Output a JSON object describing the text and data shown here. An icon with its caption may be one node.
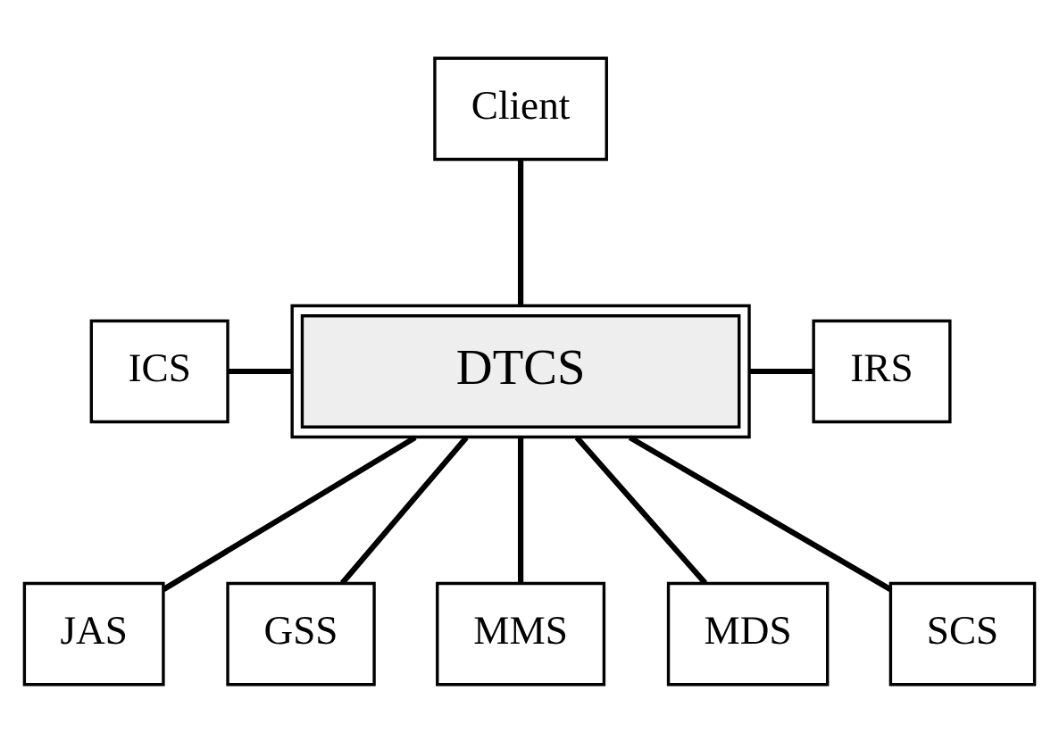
{
  "diagram": {
    "nodes": [
      {
        "text": [
          "Client"
        ]
      },
      {
        "text": [
          "ICS"
        ]
      },
      {
        "text": [
          "DTCS"
        ]
      },
      {
        "text": [
          "IRS"
        ]
      },
      {
        "text": [
          "JAS"
        ]
      },
      {
        "text": [
          "GSS"
        ]
      },
      {
        "text": [
          "MMS"
        ]
      },
      {
        "text": [
          "MDS"
        ]
      },
      {
        "text": [
          "SCS"
        ]
      }
    ],
    "edges": [
      {
        "from": 0,
        "to": 2,
        "arrow": "none"
      },
      {
        "from": 1,
        "to": 2,
        "arrow": "none"
      },
      {
        "from": 2,
        "to": 3,
        "arrow": "none"
      },
      {
        "from": 2,
        "to": 4,
        "arrow": "none"
      },
      {
        "from": 2,
        "to": 5,
        "arrow": "none"
      },
      {
        "from": 2,
        "to": 6,
        "arrow": "none"
      },
      {
        "from": 2,
        "to": 7,
        "arrow": "none"
      },
      {
        "from": 2,
        "to": 8,
        "arrow": "none"
      }
    ]
  }
}
